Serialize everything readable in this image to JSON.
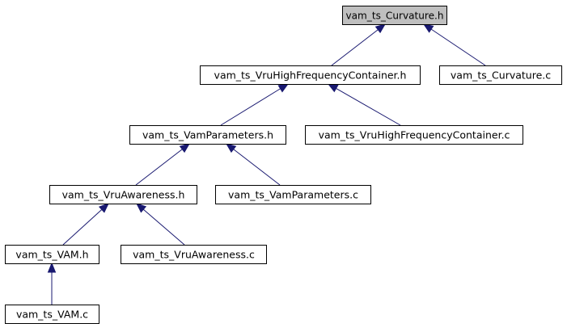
{
  "graph": {
    "colors": {
      "edge": "#191970",
      "root_fill": "#bfbfbf",
      "node_fill": "#ffffff",
      "node_border": "#000000"
    },
    "nodes": [
      {
        "id": "curv_h",
        "label": "vam_ts_Curvature.h",
        "root": true
      },
      {
        "id": "vruhf_h",
        "label": "vam_ts_VruHighFrequencyContainer.h"
      },
      {
        "id": "curv_c",
        "label": "vam_ts_Curvature.c"
      },
      {
        "id": "vamparam_h",
        "label": "vam_ts_VamParameters.h"
      },
      {
        "id": "vruhf_c",
        "label": "vam_ts_VruHighFrequencyContainer.c"
      },
      {
        "id": "vruaw_h",
        "label": "vam_ts_VruAwareness.h"
      },
      {
        "id": "vamparam_c",
        "label": "vam_ts_VamParameters.c"
      },
      {
        "id": "vam_h",
        "label": "vam_ts_VAM.h"
      },
      {
        "id": "vruaw_c",
        "label": "vam_ts_VruAwareness.c"
      },
      {
        "id": "vam_c",
        "label": "vam_ts_VAM.c"
      }
    ],
    "edges": [
      {
        "from": "curv_h",
        "to": "vruhf_h"
      },
      {
        "from": "curv_h",
        "to": "curv_c"
      },
      {
        "from": "vruhf_h",
        "to": "vamparam_h"
      },
      {
        "from": "vruhf_h",
        "to": "vruhf_c"
      },
      {
        "from": "vamparam_h",
        "to": "vruaw_h"
      },
      {
        "from": "vamparam_h",
        "to": "vamparam_c"
      },
      {
        "from": "vruaw_h",
        "to": "vam_h"
      },
      {
        "from": "vruaw_h",
        "to": "vruaw_c"
      },
      {
        "from": "vam_h",
        "to": "vam_c"
      }
    ]
  }
}
